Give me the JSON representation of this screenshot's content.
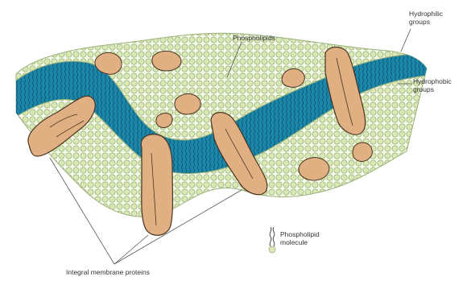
{
  "labels": {
    "phospholipids": "Phospholipids",
    "hydrophilic_line1": "Hydrophilic",
    "hydrophilic_line2": "groups",
    "hydrophobic_line1": "Hydrophobic",
    "hydrophobic_line2": "groups",
    "molecule_line1": "Phospholipid",
    "molecule_line2": "molecule",
    "integral_proteins": "Integral membrane proteins"
  },
  "colors": {
    "lipid_head": "#d9e8b4",
    "lipid_head_outline": "#9cb27a",
    "hydrophobic_core": "#1c86a9",
    "tail_lines": "#0b5a75",
    "protein": "#e0b083",
    "protein_outline": "#4a3422",
    "leader_lines": "#555555"
  }
}
